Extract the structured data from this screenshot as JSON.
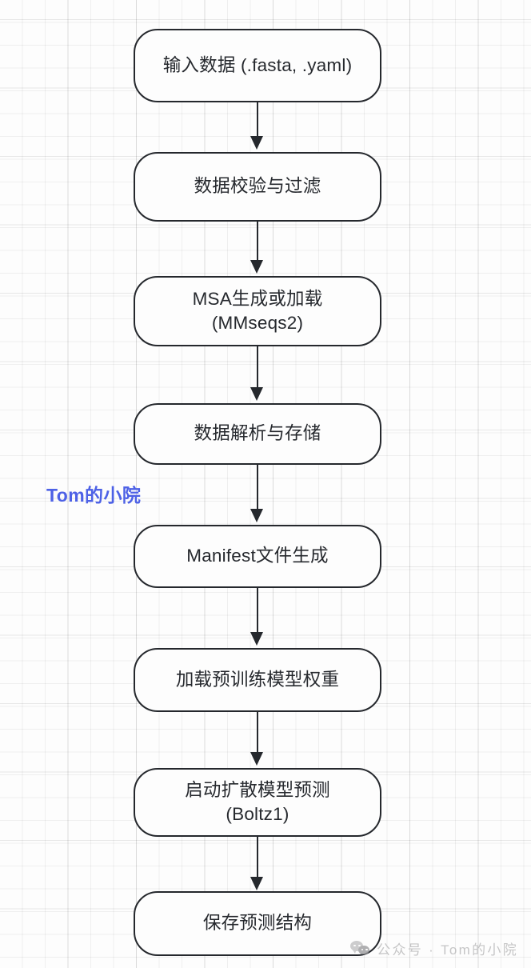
{
  "diagram": {
    "title": "Boltz1 prediction pipeline flowchart",
    "orientation": "top-to-bottom",
    "node_border_color": "#25282d",
    "node_fill_color": "#fdfdfd",
    "background_color": "#fdfdfd",
    "grid": "on",
    "nodes": [
      {
        "id": "n1",
        "label": "输入数据 (.fasta, .yaml)",
        "shape": "rounded-rect"
      },
      {
        "id": "n2",
        "label": "数据校验与过滤",
        "shape": "rounded-rect"
      },
      {
        "id": "n3",
        "label": "MSA生成或加载\n(MMseqs2)",
        "shape": "rounded-rect"
      },
      {
        "id": "n4",
        "label": "数据解析与存储",
        "shape": "rounded-rect"
      },
      {
        "id": "n5",
        "label": "Manifest文件生成",
        "shape": "rounded-rect"
      },
      {
        "id": "n6",
        "label": "加载预训练模型权重",
        "shape": "rounded-rect"
      },
      {
        "id": "n7",
        "label": "启动扩散模型预测\n(Boltz1)",
        "shape": "rounded-rect"
      },
      {
        "id": "n8",
        "label": "保存预测结构",
        "shape": "rounded-rect"
      }
    ],
    "edges": [
      {
        "from": "n1",
        "to": "n2",
        "style": "solid-arrow"
      },
      {
        "from": "n2",
        "to": "n3",
        "style": "solid-arrow"
      },
      {
        "from": "n3",
        "to": "n4",
        "style": "solid-arrow"
      },
      {
        "from": "n4",
        "to": "n5",
        "style": "solid-arrow"
      },
      {
        "from": "n5",
        "to": "n6",
        "style": "solid-arrow"
      },
      {
        "from": "n6",
        "to": "n7",
        "style": "solid-arrow"
      },
      {
        "from": "n7",
        "to": "n8",
        "style": "solid-arrow"
      }
    ]
  },
  "watermarks": {
    "blue": {
      "text": "Tom的小院",
      "color": "#4d61e6"
    },
    "bottom": {
      "text": "公众号 · Tom的小院",
      "color": "#b9b9ba",
      "icon": "wechat-icon"
    }
  }
}
